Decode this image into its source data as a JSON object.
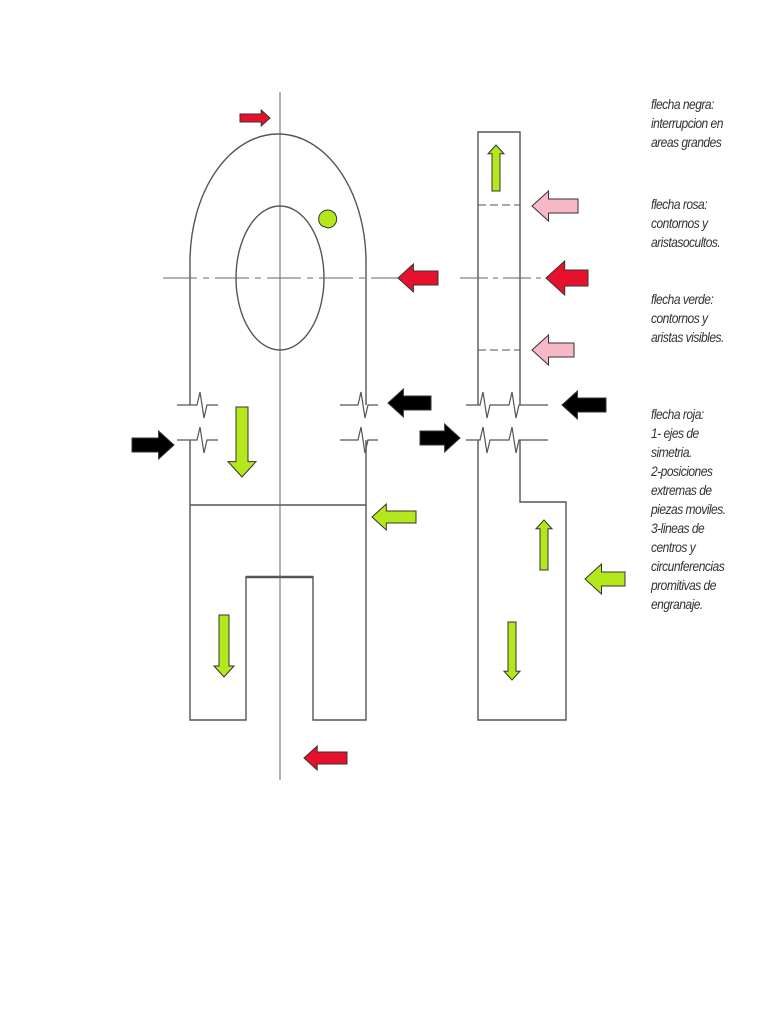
{
  "legend": {
    "black": [
      "flecha negra:",
      "interrupcion en",
      "areas grandes"
    ],
    "pink": [
      "flecha rosa:",
      "contornos y",
      "aristasocultos."
    ],
    "green": [
      "flecha verde:",
      "contornos y",
      "aristas visibles."
    ],
    "red": [
      "flecha roja:",
      "1- ejes de",
      "simetria.",
      "2-posiciones",
      "extremas de",
      "piezas moviles.",
      "3-lineas de",
      "centros y",
      "circunferencias",
      "promitivas de",
      "engranaje."
    ]
  },
  "colors": {
    "black_arrow": "#000000",
    "pink_arrow": "#f7b8c8",
    "green_arrow": "#b4e81c",
    "red_arrow": "#e8112d",
    "outline": "#555555"
  },
  "icons": {
    "black": "black-arrow-icon",
    "pink": "pink-arrow-icon",
    "green": "green-arrow-icon",
    "red": "red-arrow-icon"
  }
}
